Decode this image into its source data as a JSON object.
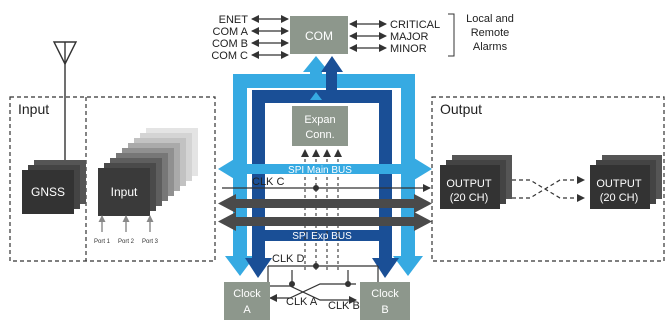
{
  "com": {
    "label": "COM",
    "left_signals": [
      "ENET",
      "COM A",
      "COM B",
      "COM C"
    ],
    "right_signals": [
      "CRITICAL",
      "MAJOR",
      "MINOR"
    ],
    "alarms_note": [
      "Local and",
      "Remote",
      "Alarms"
    ]
  },
  "input_section": {
    "title": "Input",
    "gnss_label": "GNSS",
    "input_label": "Input",
    "ports": [
      "Port 1",
      "Port 2",
      "Port 3"
    ]
  },
  "output_section": {
    "title": "Output",
    "modules": [
      {
        "line1": "OUTPUT",
        "line2": "(20 CH)"
      },
      {
        "line1": "OUTPUT",
        "line2": "(20 CH)"
      }
    ]
  },
  "expansion": {
    "line1": "Expan",
    "line2": "Conn."
  },
  "buses": {
    "spi_main": "SPI Main BUS",
    "spi_exp": "SPI Exp BUS",
    "clk_c": "CLK C",
    "clk_d": "CLK D",
    "clk_a": "CLK A",
    "clk_b": "CLK B"
  },
  "clocks": {
    "a": {
      "line1": "Clock",
      "line2": "A"
    },
    "b": {
      "line1": "Clock",
      "line2": "B"
    }
  },
  "colors": {
    "light_blue": "#36aae2",
    "dark_blue": "#1a4f96",
    "module_gray": "#8d978c",
    "dark_module": "#3a3a3a",
    "line": "#333333"
  }
}
